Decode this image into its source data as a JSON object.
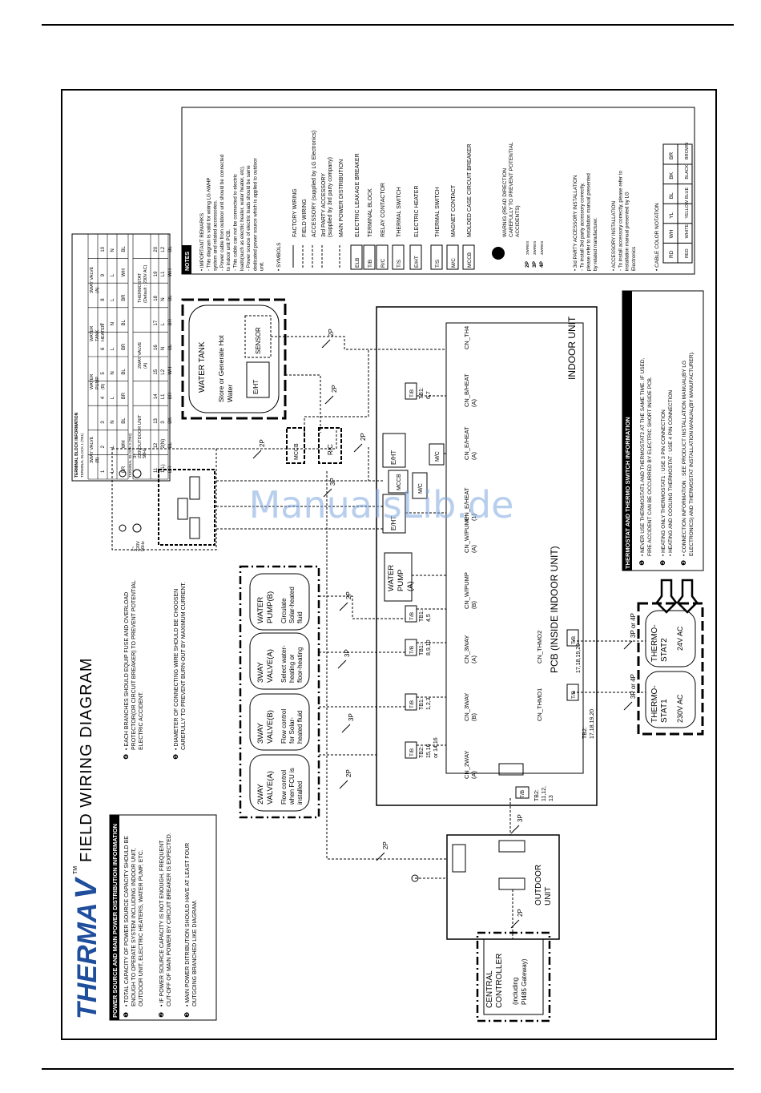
{
  "brand": {
    "logo_text": "THERMA",
    "logo_v": "V",
    "tm": "TM"
  },
  "title": "FIELD WIRING DIAGRAM",
  "watermark": "ManualsLib.de",
  "power_info": {
    "heading": "POWER SOURCE AND MAIN POWER DISTRIBUTION INFORMATION",
    "items": [
      {
        "num": "1",
        "lines": [
          "• TOTAL CAPACITY OF POWER SOURCE CAPACITY SHOULD BE",
          "ENOUGH TO OPERATE SYSTEM INCLUDING INDOOR UNIT,",
          "OUTDOOR UNIT, ELECTRIC HEATERS, WATER PUMP, ETC."
        ]
      },
      {
        "num": "2",
        "lines": [
          "• IF POWER SOURCE CAPACITY IS NOT ENOUGH, FREQUENT",
          "CUT-OFF OF MAIN POWER BY CIRCUIT BREAKER IS EXPECTED."
        ]
      },
      {
        "num": "3",
        "lines": [
          "• MAIN POWER DITRIBUTION SHOULD HAVE AT LEAST FOUR",
          "OUTGOING BRANCHED LIKE DIAGRAM."
        ]
      },
      {
        "num": "4",
        "lines": [
          "• EACH BRANCHES SHOULD EQUIP FUSE AND OVERLOAD",
          "PROTECTOR(OR CIRCUIT BREAKER) TO PREVENT POTENTIAL",
          "ELECTRIC ACCIDENT."
        ]
      },
      {
        "num": "5",
        "lines": [
          "• DIAMETER OF CONNECTING WIRE SHOULD BE CHOOSEN",
          "CAREFULLY TO PREVENT BURN-OUT BY MAXIMUM CURRENT."
        ]
      }
    ]
  },
  "accessories": [
    {
      "title": [
        "2WAY",
        "VALVE(A)"
      ],
      "desc": [
        "Flow control",
        "when FCU is",
        "installed"
      ]
    },
    {
      "title": [
        "3WAY",
        "VALVE(B)"
      ],
      "desc": [
        "Flow control",
        "for Solar-",
        "heated fluid"
      ]
    },
    {
      "title": [
        "3WAY",
        "VALVE(A)"
      ],
      "desc": [
        "Select water-",
        "heating or",
        "floor-heating"
      ]
    },
    {
      "title": [
        "WATER",
        "PUMP(B)"
      ],
      "desc": [
        "Circulate",
        "Solar-heated",
        "fluid"
      ]
    }
  ],
  "pcb": {
    "label": "PCB (INSIDE INDOOR UNIT)",
    "unit_label": "INDOOR UNIT",
    "connectors": [
      "CN_2WAY\n(A)",
      "CN_3WAY\n(B)",
      "CN_3WAY\n(A)",
      "CN_W/PUMP\n(B)",
      "CN_W/PUMP\n(A)",
      "CN_E/HEAT\n(1)",
      "CN_E/HEAT\n(A)",
      "CN_B/HEAT\n(A)",
      "CN_TH4"
    ],
    "thmo": [
      "CN_THMO1",
      "CN_THMO2"
    ],
    "tb_labels": [
      "TB2:\n15,16\nor 14,16",
      "TB1:\n1,2,3",
      "TB1:\n8,9,10",
      "TB1:\n4,5",
      "TB1:\n6,7"
    ],
    "tb_bottom": "TB2:\n11,12,\n13",
    "tb_thmo": [
      "TB2:\n17,18,19,20",
      "TB2:\n17,18,19,20"
    ],
    "tb": "T/B",
    "water_pump": [
      "WATER",
      "PUMP",
      "(A)"
    ],
    "eht": "E/HT",
    "mccb": "MCCB",
    "mc": "M/C"
  },
  "wires": {
    "p2": "2P",
    "p3": "3P",
    "p3or4": "3P or 4P"
  },
  "thermostats": [
    {
      "name": [
        "THERMO-",
        "STAT1"
      ],
      "volt": "230V AC"
    },
    {
      "name": [
        "THERMO-",
        "STAT2"
      ],
      "volt": "24V AC"
    }
  ],
  "outdoor": [
    "OUTDOOR",
    "UNIT"
  ],
  "central": [
    "CENTRAL",
    "CONTROLLER",
    "(including",
    "PI485 Gateway)"
  ],
  "water_tank": {
    "title": "WATER TANK",
    "desc": [
      "Store or Generate Hot",
      "Water"
    ],
    "sensor": "SENSOR",
    "eht": "E/HT"
  },
  "rc": "R/C",
  "supply": {
    "three_phase": [
      "3~",
      "220V",
      "50Hz"
    ],
    "one_phase": [
      "1~",
      "220V",
      "50Hz"
    ]
  },
  "thermo_info": {
    "heading": "THERMOSTAT AND THERMO SWITCH INFORMATION",
    "items": [
      {
        "num": "1",
        "lines": [
          "• NEVER USE THERMOSTAT1 AND THERMOSTAT2 AT THE SAME TIME. IF USED,",
          "FIRE ACCIDENT CAN BE OCCURRED BY ELECTRIC SHORT INSIDE PCB."
        ]
      },
      {
        "num": "2",
        "lines": [
          "• HEATING ONLY THERMOSTAT1 : USE 3 PIN CONNECTION",
          "• HEATING AND COOLING THERMOSTAT : USE 4 PIN CONNECTION"
        ]
      },
      {
        "num": "3",
        "lines": [
          "• CONNECTION INFORMATION : SEE PRODUCT INSTALLATION MANUAL(BY LG",
          "ELECTRONICS) AND THERMOSTAT INSTALLATION MANUAL(BY MANUFACTURER)."
        ]
      }
    ]
  },
  "terminal_block": {
    "heading": "TERMINAL BLOCK INFORMATION",
    "tb1_title": "TERMINAL BLOCK 1 (TB1)",
    "tb2_title": "TERMINAL BLOCK 2 (TB2)",
    "tb1_groups": [
      "3WAY VALVE\n(B)",
      "WATER\nPUMP\n(B)",
      "WATER\nTANK\nHEATER",
      "3WAY VALVE\n(A)"
    ],
    "tb1_nums": [
      "1",
      "2",
      "3",
      "4",
      "5",
      "6",
      "7",
      "8",
      "9",
      "10"
    ],
    "tb1_sig": [
      "L",
      "L",
      "N",
      "L",
      "N",
      "L",
      "N",
      "L",
      "L",
      "N"
    ],
    "tb1_col": [
      "BR",
      "WH",
      "BL",
      "BR",
      "BL",
      "BR",
      "BL",
      "BR",
      "WH",
      "BL"
    ],
    "tb2_groups": [
      "OUTDOOR UNIT",
      "2WAY VALVE\n(A)",
      "THERMOSTAT\n(Default : 230V AC)"
    ],
    "tb2_nums": [
      "11",
      "12",
      "13",
      "14",
      "15",
      "16",
      "17",
      "18",
      "19",
      "20"
    ],
    "tb2_sig": [
      "1(L)",
      "2(N)",
      "3",
      "L1",
      "L2",
      "N",
      "L",
      "N",
      "L1",
      "L2"
    ],
    "tb2_col": [
      "BR",
      "BL",
      "BK",
      "BR",
      "WH",
      "BL",
      "BR",
      "BL",
      "WH",
      "BL"
    ]
  },
  "notes": {
    "heading": "NOTES",
    "important": [
      "• IMPORTANT REMARKS",
      "- This diagram is valid for wiring LG AWHP",
      "system and related accessories.",
      "- Power cable from outdoor unit should be connected",
      "to indoor unit PCB.",
      "- This cable can not be connected to electric",
      "loads(such as electric heater, water heater, etc).",
      "- Power source of electric loads should be same",
      "dedicated power source which is applied to outdoor",
      "unit."
    ],
    "symbols_heading": "• SYMBOLS",
    "symbols": [
      {
        "sym": "",
        "label": "FACTORY WIRING"
      },
      {
        "sym": "",
        "label": "FIELD WIRING"
      },
      {
        "sym": "",
        "label": "ACCESSORY (supplied by LG Electronics)"
      },
      {
        "sym": "",
        "label": "3rd PARTY ACCESSORY\n(supplied by 3rd party company)"
      },
      {
        "sym": "",
        "label": "MAIN POWER DISTRIBUTION"
      },
      {
        "sym": "ELB",
        "label": "ELECTRIC LEAKAGE BREAKER"
      },
      {
        "sym": "T/B",
        "label": "TERMINAL BLOCK"
      },
      {
        "sym": "R/C",
        "label": "RELAY CONTACTOR"
      },
      {
        "sym": "T/S",
        "label": "THERMAL SWITCH"
      },
      {
        "sym": "E/HT",
        "label": "ELECTRIC HEATER"
      },
      {
        "sym": "T/S",
        "label": "THERMAL SWITCH"
      },
      {
        "sym": "M/C",
        "label": "MAGNET CONTACT"
      },
      {
        "sym": "MCCB",
        "label": "MOLDED CASE CIRCUIT BREAKER"
      }
    ],
    "warning": [
      "WARNIG (READ DIRECTION",
      "CAREFULLY TO PREVENT POTENTIAL",
      "ACCIDENTS)"
    ],
    "wires": [
      {
        "sym": "2P",
        "label": "2WIRES"
      },
      {
        "sym": "3P",
        "label": "3WIRES"
      },
      {
        "sym": "4P",
        "label": "4WIRES"
      }
    ],
    "third_party": [
      "• 3rd PARTY ACCESSORY INSTALLATION",
      "- To install 3rd party accessory correctly,",
      "please refer to installation manual presented",
      "by related manufacturer."
    ],
    "acc_install": [
      "• ACCESSORY INSTALLATION",
      "- To install accessory correctly, please refer to",
      "installation manual presented by LG",
      "Electronics"
    ],
    "cable_heading": "• CABLE COLOR NOTATION",
    "cable_codes": [
      "RD",
      "WH",
      "YL",
      "BK",
      "BR"
    ],
    "cable_names": [
      "RED",
      "WHITE",
      "YELLOW",
      "BLUE",
      "BLACK",
      "BROWN"
    ],
    "cable_codes_full": [
      "RD",
      "WH",
      "YL",
      "BL",
      "BK",
      "BR"
    ]
  }
}
